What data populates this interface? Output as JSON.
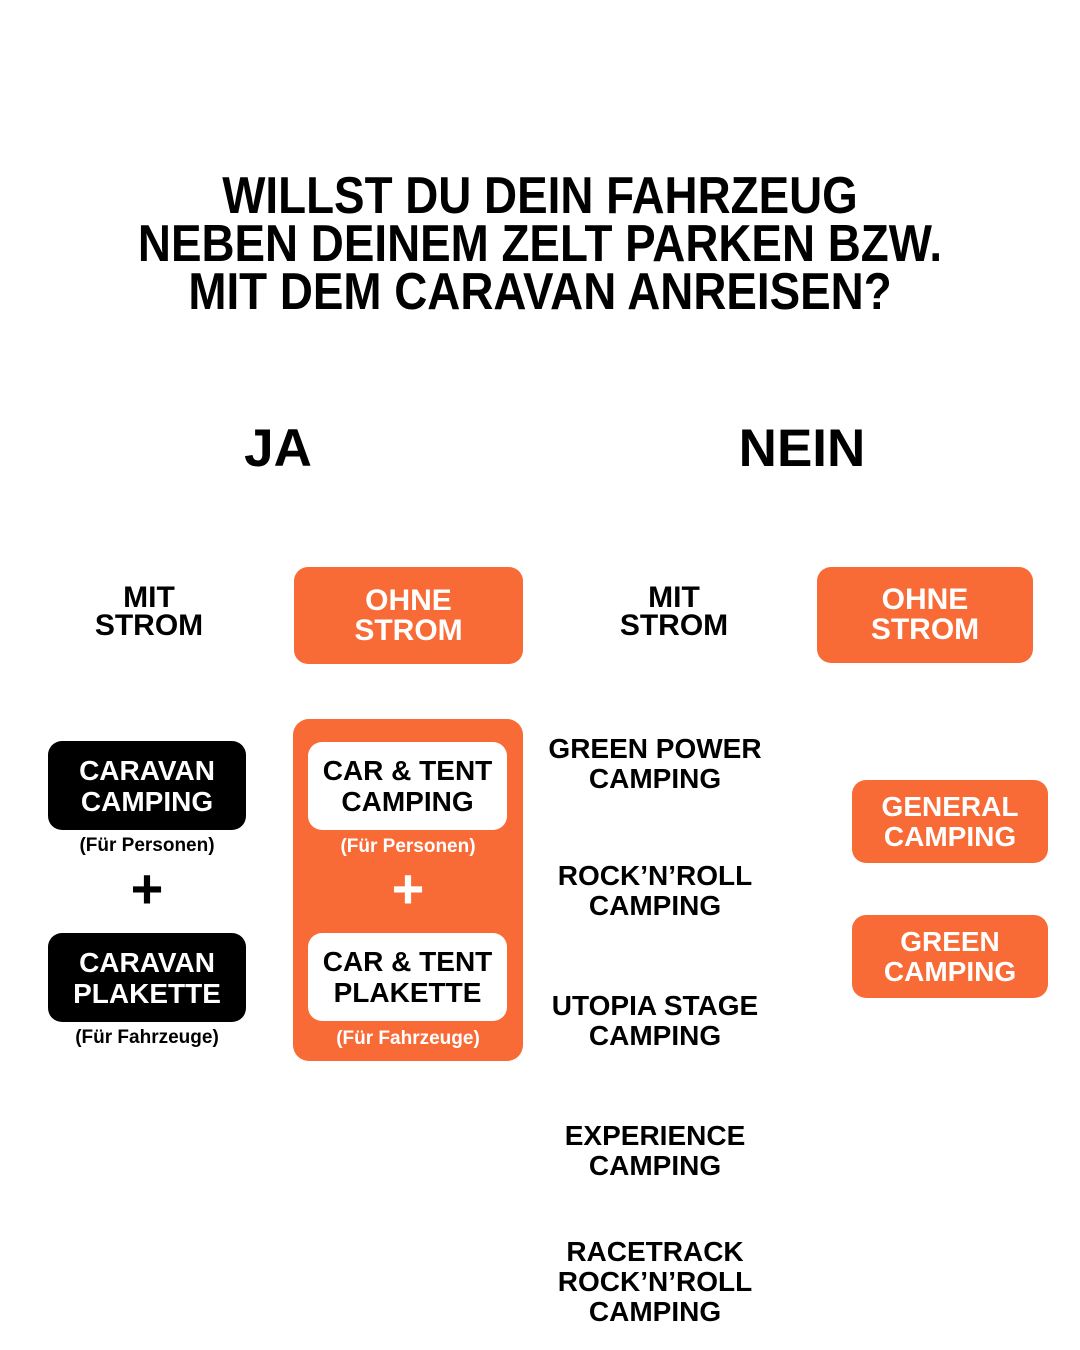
{
  "title": "WILLST DU DEIN FAHRZEUG\nNEBEN DEINEM ZELT PARKEN BZW.\nMIT DEM CARAVAN ANREISEN?",
  "ja": {
    "label": "JA",
    "mit_strom_label": "MIT\nSTROM",
    "ohne_strom_label": "OHNE\nSTROM",
    "plus": "+",
    "caravan_camping": {
      "label": "CARAVAN\nCAMPING",
      "caption": "(Für Personen)"
    },
    "caravan_plakette": {
      "label": "CARAVAN\nPLAKETTE",
      "caption": "(Für Fahrzeuge)"
    },
    "car_tent_plus": "+",
    "car_tent_camping": {
      "label": "CAR & TENT\nCAMPING",
      "caption": "(Für Personen)"
    },
    "car_tent_plakette": {
      "label": "CAR & TENT\nPLAKETTE",
      "caption": "(Für Fahrzeuge)"
    }
  },
  "nein": {
    "label": "NEIN",
    "mit_strom_label": "MIT\nSTROM",
    "ohne_strom_label": "OHNE\nSTROM",
    "mit_strom_options": [
      "GREEN POWER\nCAMPING",
      "ROCK’N’ROLL\nCAMPING",
      "UTOPIA STAGE\nCAMPING",
      "EXPERIENCE\nCAMPING",
      "RACETRACK\nROCK’N’ROLL\nCAMPING"
    ],
    "ohne_strom_options": [
      "GENERAL\nCAMPING",
      "GREEN\nCAMPING"
    ]
  },
  "colors": {
    "accent_orange": "#F96B36",
    "box_black": "#000000",
    "text_black": "#000000",
    "background": "#FFFFFF"
  }
}
